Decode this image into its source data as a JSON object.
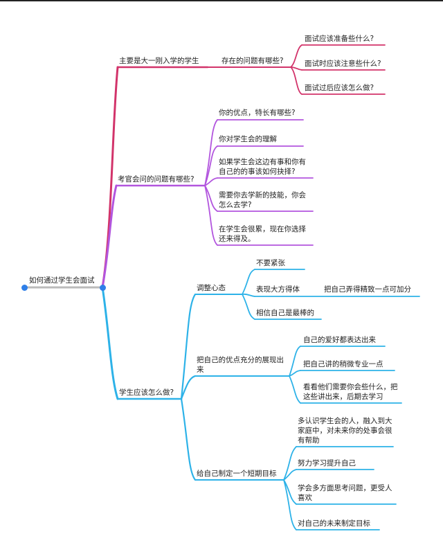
{
  "colors": {
    "branch1": "#d2336a",
    "branch2": "#b255de",
    "branch3": "#2db2e8",
    "root_dot": "#2f7fe8",
    "root_line": "#bbbbbb"
  },
  "root": {
    "label": "如何通过学生会面试"
  },
  "branch1": {
    "label": "主要是大一刚入学的学生",
    "sub": "存在的问题有哪些?",
    "leaves": [
      "面试应该准备些什么?",
      "面试时应该注意些什么?",
      "面试过后应该怎么做?"
    ]
  },
  "branch2": {
    "label": "考官会问的问题有哪些?",
    "leaves": [
      "你的优点，特长有哪些?",
      "你对学生会的理解",
      "如果学生会这边有事和你有自己的的事该如何抉择?",
      "需要你去学新的技能，你会怎么去学?",
      "在学生会很累，现在你选择还来得及。"
    ]
  },
  "branch3": {
    "label": "学生应该怎么做?",
    "sub1": {
      "label": "调整心态",
      "leaves": [
        "不要紧张",
        "表现大方得体",
        "相信自己是最棒的"
      ],
      "extra": "把自己弄得精致一点可加分"
    },
    "sub2": {
      "label": "把自己的优点充分的展现出来",
      "leaves": [
        "自己的爱好都表达出来",
        "把自己讲的稍微专业一点",
        "看看他们需要你会些什么，把这些讲出来，后期去学习"
      ]
    },
    "sub3": {
      "label": "给自己制定一个短期目标",
      "leaves": [
        "多认识学生会的人，融入到大家庭中，对未来你的处事会很有帮助",
        "努力学习提升自己",
        "学会多方面思考问题，更受人喜欢",
        "对自己的未来制定目标"
      ]
    }
  }
}
